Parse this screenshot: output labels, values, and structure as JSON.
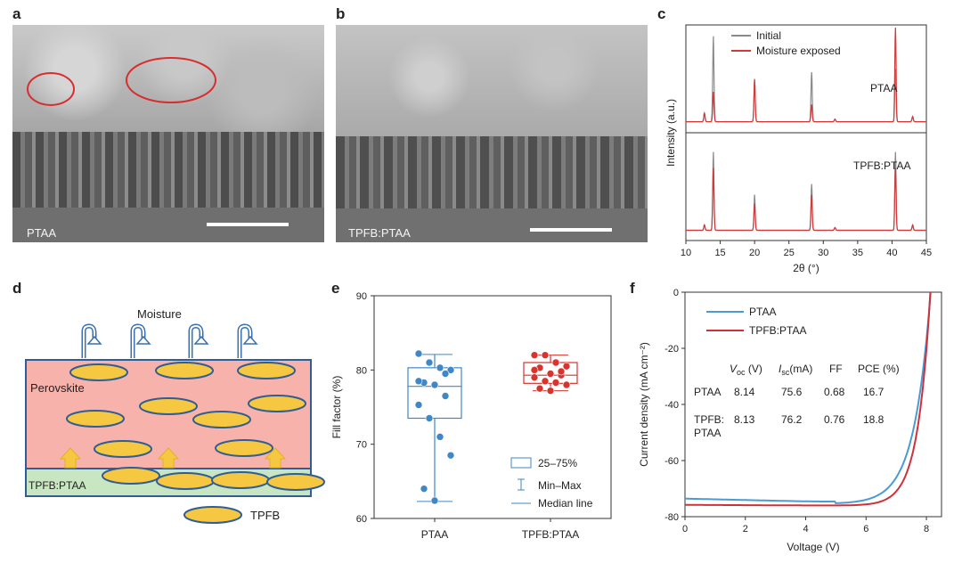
{
  "panels": {
    "a": {
      "letter": "a",
      "label": "PTAA"
    },
    "b": {
      "letter": "b",
      "label": "TPFB:PTAA"
    },
    "c": {
      "letter": "c"
    },
    "d": {
      "letter": "d",
      "moisture": "Moisture",
      "perovskite": "Perovskite",
      "layer": "TPFB:PTAA",
      "legend": "TPFB"
    },
    "e": {
      "letter": "e"
    },
    "f": {
      "letter": "f"
    }
  },
  "chart_data": [
    {
      "type": "line",
      "panel": "c",
      "xlabel": "2θ (°)",
      "ylabel": "Intensity (a.u.)",
      "xlim": [
        10,
        45
      ],
      "xticks": [
        10,
        15,
        20,
        25,
        30,
        35,
        40,
        45
      ],
      "legend": [
        "Initial",
        "Moisture exposed"
      ],
      "legend_colors": [
        "#8a8a8a",
        "#d03a3a"
      ],
      "subplots": [
        {
          "label": "PTAA",
          "series": [
            {
              "name": "Initial",
              "peaks": [
                [
                  12.7,
                  0.1
                ],
                [
                  14.0,
                  1.0
                ],
                [
                  20.0,
                  0.48
                ],
                [
                  28.3,
                  0.58
                ],
                [
                  31.7,
                  0.03
                ],
                [
                  40.5,
                  0.62
                ],
                [
                  43.0,
                  0.06
                ]
              ]
            },
            {
              "name": "Moisture exposed",
              "peaks": [
                [
                  12.7,
                  0.1
                ],
                [
                  14.0,
                  0.35
                ],
                [
                  20.0,
                  0.5
                ],
                [
                  28.3,
                  0.2
                ],
                [
                  31.7,
                  0.03
                ],
                [
                  40.5,
                  1.1
                ],
                [
                  43.0,
                  0.06
                ]
              ]
            }
          ]
        },
        {
          "label": "TPFB:PTAA",
          "series": [
            {
              "name": "Initial",
              "peaks": [
                [
                  12.7,
                  0.06
                ],
                [
                  14.0,
                  0.88
                ],
                [
                  20.0,
                  0.4
                ],
                [
                  28.3,
                  0.52
                ],
                [
                  31.7,
                  0.03
                ],
                [
                  40.5,
                  0.88
                ],
                [
                  43.0,
                  0.06
                ]
              ]
            },
            {
              "name": "Moisture exposed",
              "peaks": [
                [
                  12.7,
                  0.06
                ],
                [
                  14.0,
                  0.7
                ],
                [
                  20.0,
                  0.3
                ],
                [
                  28.3,
                  0.4
                ],
                [
                  31.7,
                  0.03
                ],
                [
                  40.5,
                  0.7
                ],
                [
                  43.0,
                  0.06
                ]
              ]
            }
          ]
        }
      ]
    },
    {
      "type": "box",
      "panel": "e",
      "ylabel": "Fill factor (%)",
      "ylim": [
        60,
        90
      ],
      "yticks": [
        60,
        70,
        80,
        90
      ],
      "categories": [
        "PTAA",
        "TPFB:PTAA"
      ],
      "colors": [
        "#3f87c7",
        "#d8342f"
      ],
      "boxes": [
        {
          "name": "PTAA",
          "min": 62.3,
          "q1": 73.5,
          "median": 77.8,
          "q3": 80.3,
          "max": 82.1
        },
        {
          "name": "TPFB:PTAA",
          "min": 77.2,
          "q1": 78.2,
          "median": 79.3,
          "q3": 81.0,
          "max": 82.0
        }
      ],
      "points": [
        [
          82.2,
          81.0,
          80.3,
          80.0,
          78.3,
          78.0,
          76.5,
          75.3,
          73.5,
          71.0,
          68.5,
          64.0,
          62.4,
          79.5,
          78.5
        ],
        [
          82.0,
          82.0,
          81.0,
          80.5,
          80.3,
          79.5,
          79.3,
          79.0,
          78.5,
          78.3,
          78.0,
          77.5,
          77.2,
          79.8,
          80.0
        ]
      ],
      "legend": {
        "box": "25–75%",
        "whisker": "Min–Max",
        "median": "Median line"
      }
    },
    {
      "type": "line",
      "panel": "f",
      "xlabel": "Voltage (V)",
      "ylabel": "Current density (mA cm⁻²)",
      "xlim": [
        0,
        8.5
      ],
      "ylim": [
        -80,
        0
      ],
      "xticks": [
        0,
        2,
        4,
        6,
        8
      ],
      "yticks": [
        0,
        -20,
        -40,
        -60,
        -80
      ],
      "series": [
        {
          "name": "PTAA",
          "color": "#4a9ad4",
          "jsc": 75.6,
          "voc": 8.14,
          "n": 0.55
        },
        {
          "name": "TPFB:PTAA",
          "color": "#d0303a",
          "jsc": 76.2,
          "voc": 8.13,
          "n": 0.42
        }
      ],
      "table": {
        "header": [
          "V",
          "oc",
          " (V)",
          "I",
          "sc",
          "(mA)",
          "FF",
          "PCE (%)"
        ],
        "rows": [
          {
            "name": "PTAA",
            "name2": "",
            "voc": "8.14",
            "isc": "75.6",
            "ff": "0.68",
            "pce": "16.7"
          },
          {
            "name": "TPFB:",
            "name2": "PTAA",
            "voc": "8.13",
            "isc": "76.2",
            "ff": "0.76",
            "pce": "18.8"
          }
        ]
      }
    }
  ]
}
